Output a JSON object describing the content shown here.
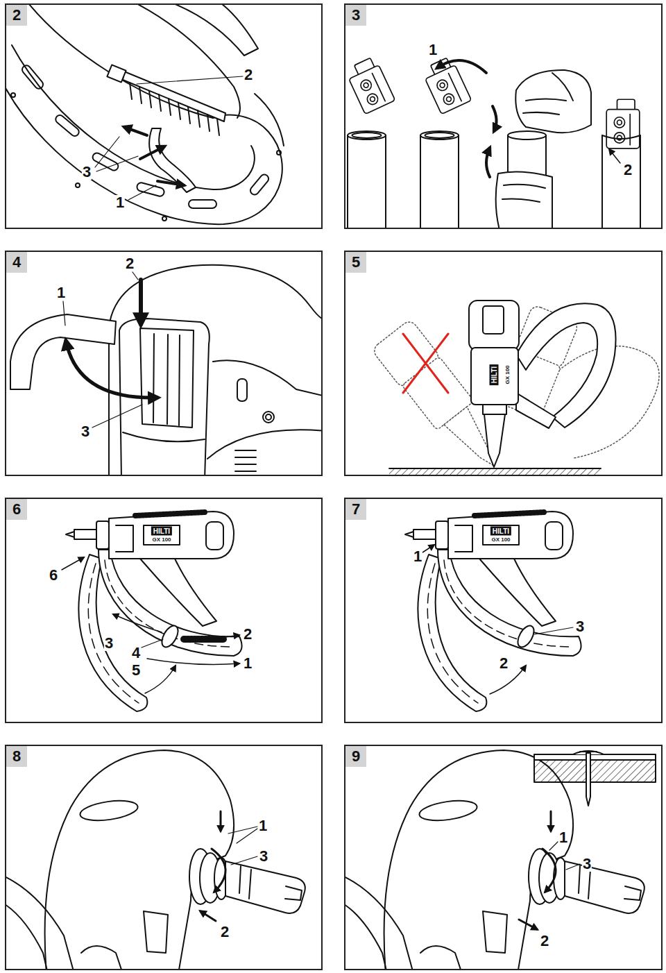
{
  "diagram": {
    "nodes": [
      {
        "text": [
          "2"
        ]
      },
      {
        "text": [
          "3"
        ]
      },
      {
        "text": [
          "4"
        ]
      },
      {
        "text": [
          "5"
        ]
      },
      {
        "text": [
          "6"
        ]
      },
      {
        "text": [
          "7"
        ]
      },
      {
        "text": [
          "8"
        ]
      },
      {
        "text": [
          "9"
        ]
      }
    ],
    "labels": [
      "2",
      "3",
      "1",
      "1",
      "2",
      "2",
      "1",
      "3",
      "HILTI",
      "GX 100",
      "HILTI",
      "GX 100",
      "6",
      "2",
      "3",
      "4",
      "1",
      "5",
      "HILTI",
      "GX 100",
      "1",
      "3",
      "2",
      "1",
      "3",
      "2",
      "1",
      "3",
      "2"
    ]
  }
}
